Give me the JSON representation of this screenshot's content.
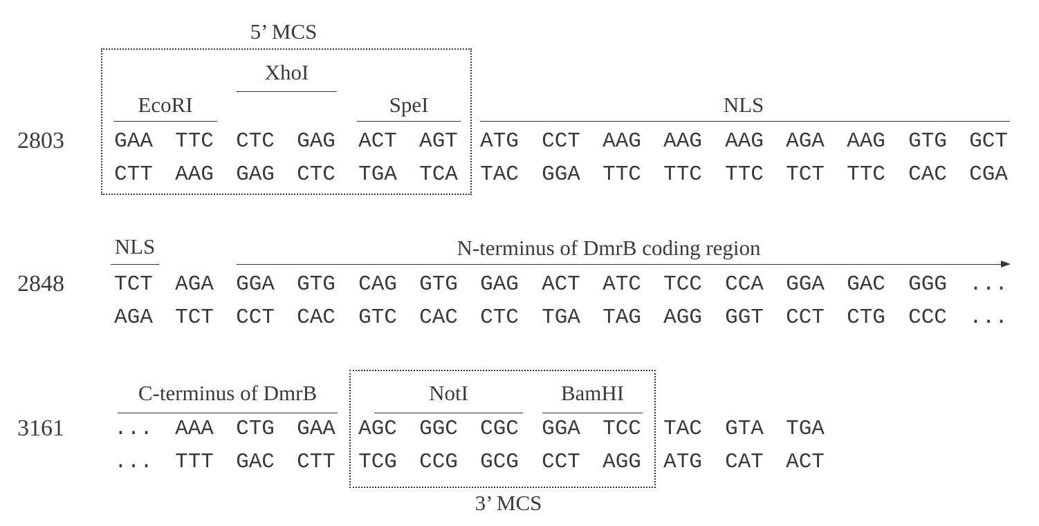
{
  "annotations": {
    "mcs5": "5’ MCS",
    "xhoi": "XhoI",
    "ecori": "EcoRI",
    "spei": "SpeI",
    "nls": "NLS",
    "dmrb_n": "N-terminus of DmrB coding region",
    "dmrb_c": "C-terminus of DmrB",
    "noti": "NotI",
    "bamhi": "BamHI",
    "mcs3": "3’ MCS"
  },
  "rows": [
    {
      "position": "2803",
      "top": [
        "GAA",
        "TTC",
        "CTC",
        "GAG",
        "ACT",
        "AGT",
        "ATG",
        "CCT",
        "AAG",
        "AAG",
        "AAG",
        "AGA",
        "AAG",
        "GTG",
        "GCT"
      ],
      "bottom": [
        "CTT",
        "AAG",
        "GAG",
        "CTC",
        "TGA",
        "TCA",
        "TAC",
        "GGA",
        "TTC",
        "TTC",
        "TTC",
        "TCT",
        "TTC",
        "CAC",
        "CGA"
      ]
    },
    {
      "position": "2848",
      "top": [
        "TCT",
        "AGA",
        "GGA",
        "GTG",
        "CAG",
        "GTG",
        "GAG",
        "ACT",
        "ATC",
        "TCC",
        "CCA",
        "GGA",
        "GAC",
        "GGG",
        "..."
      ],
      "bottom": [
        "AGA",
        "TCT",
        "CCT",
        "CAC",
        "GTC",
        "CAC",
        "CTC",
        "TGA",
        "TAG",
        "AGG",
        "GGT",
        "CCT",
        "CTG",
        "CCC",
        "..."
      ]
    },
    {
      "position": "3161",
      "top": [
        "...",
        "AAA",
        "CTG",
        "GAA",
        "AGC",
        "GGC",
        "CGC",
        "GGA",
        "TCC",
        "TAC",
        "GTA",
        "TGA"
      ],
      "bottom": [
        "...",
        "TTT",
        "GAC",
        "CTT",
        "TCG",
        "CCG",
        "GCG",
        "CCT",
        "AGG",
        "ATG",
        "CAT",
        "ACT"
      ]
    }
  ]
}
